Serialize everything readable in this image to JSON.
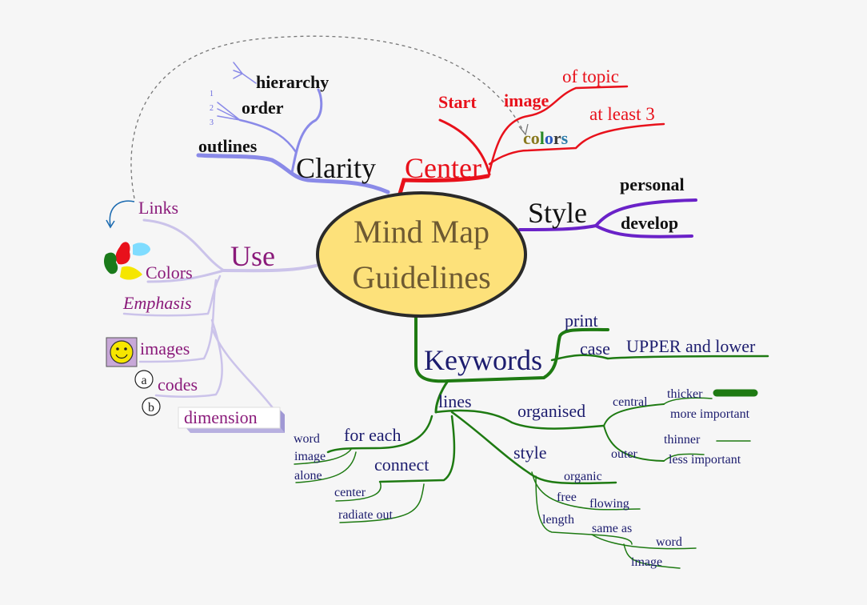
{
  "center": {
    "line1": "Mind Map",
    "line2": "Guidelines"
  },
  "branches": {
    "clarity": {
      "label": "Clarity",
      "items": [
        "hierarchy",
        "order",
        "outlines"
      ],
      "order_numbers": [
        "1",
        "2",
        "3"
      ]
    },
    "center": {
      "label": "Center",
      "items": [
        "Start",
        "image",
        "of topic",
        "at least 3"
      ],
      "colors_word": [
        "co",
        "l",
        "o",
        "r",
        "s"
      ]
    },
    "style": {
      "label": "Style",
      "items": [
        "personal",
        "develop"
      ]
    },
    "use": {
      "label": "Use",
      "items": [
        "Links",
        "Colors",
        "Emphasis",
        "images",
        "codes",
        "dimension"
      ],
      "code_marks": [
        "a",
        "b"
      ]
    },
    "keywords": {
      "label": "Keywords",
      "print": "print",
      "case": "case",
      "case_value": "UPPER and lower",
      "lines": "lines",
      "organised": "organised",
      "central": "central",
      "thicker": "thicker",
      "more_important": "more important",
      "outer": "outer",
      "thinner": "thinner",
      "less_important": "less important",
      "for_each": "for each",
      "word": "word",
      "image": "image",
      "alone": "alone",
      "connect": "connect",
      "center_word": "center",
      "radiate_out": "radiate out",
      "style": "style",
      "organic": "organic",
      "free": "free",
      "flowing": "flowing",
      "length": "length",
      "same_as": "same as",
      "word2": "word",
      "image2": "image"
    }
  },
  "colors": {
    "center_fill": "#fde17a",
    "clarity": "#8080e8",
    "center_branch": "#e8111b",
    "style": "#6a22c8",
    "use": "#c8c0ea",
    "keywords": "#1e7a12",
    "navy": "#1c1c6e",
    "purple_text": "#8a1a7a"
  }
}
